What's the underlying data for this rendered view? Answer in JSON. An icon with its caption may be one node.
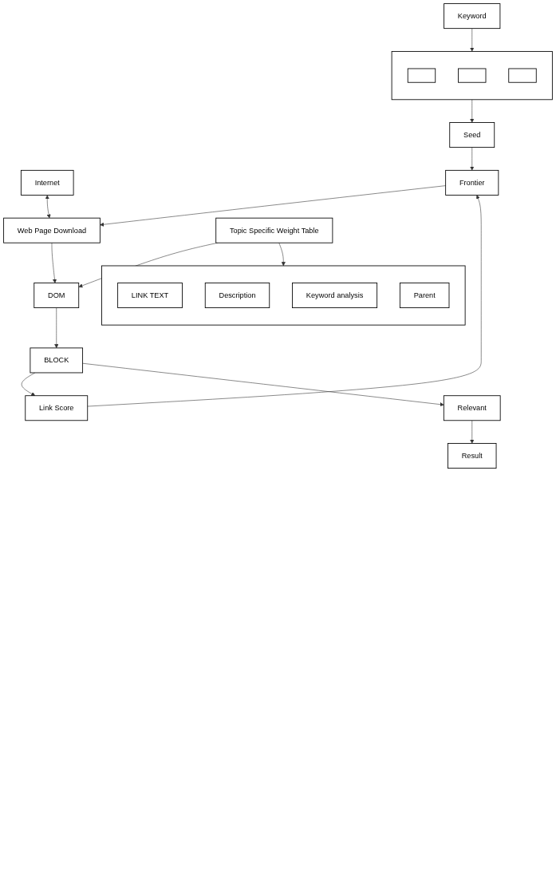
{
  "diagram": {
    "nodes": [
      {
        "text": [
          "Keyword"
        ]
      },
      {
        "text": [],
        "shape": "box"
      },
      {
        "text": [],
        "shape": "box",
        "in": 1
      },
      {
        "text": [],
        "shape": "box",
        "in": 1
      },
      {
        "text": [],
        "shape": "box",
        "in": 1
      },
      {
        "text": [
          "Seed"
        ]
      },
      {
        "text": [
          "Internet"
        ]
      },
      {
        "text": [
          "Frontier"
        ]
      },
      {
        "text": [
          "Web Page Download"
        ]
      },
      {
        "text": [
          "DOM"
        ]
      },
      {
        "text": [
          "Link Score"
        ]
      },
      {
        "text": [
          "BLOCK"
        ]
      },
      {
        "text": [
          "Relevant"
        ]
      },
      {
        "text": [
          "Result"
        ]
      },
      {
        "text": [],
        "shape": "box"
      },
      {
        "text": [
          "LINK TEXT"
        ],
        "in": 14
      },
      {
        "text": [
          "Description"
        ],
        "in": 14
      },
      {
        "text": [
          "Keyword analysis"
        ],
        "in": 14
      },
      {
        "text": [
          "Parent"
        ],
        "in": 14
      },
      {
        "text": [
          "Topic Specific Weight Table"
        ]
      }
    ],
    "edges": [
      {
        "from": 0,
        "to": 1,
        "arrow": "to"
      },
      {
        "from": 1,
        "to": 5,
        "arrow": "to"
      },
      {
        "from": 5,
        "to": 7,
        "arrow": "to"
      },
      {
        "from": 6,
        "to": 8,
        "arrow": "both"
      },
      {
        "from": 7,
        "to": 8,
        "arrow": "to"
      },
      {
        "from": 8,
        "to": 9,
        "arrow": "to"
      },
      {
        "from": 9,
        "to": 11,
        "arrow": "to"
      },
      {
        "from": 11,
        "to": 10,
        "arrow": "to"
      },
      {
        "from": 11,
        "to": 12,
        "arrow": "to"
      },
      {
        "from": 10,
        "to": 7,
        "arrow": "to"
      },
      {
        "from": 12,
        "to": 13,
        "arrow": "to"
      },
      {
        "from": 19,
        "to": 14,
        "arrow": "to"
      },
      {
        "from": 19,
        "to": 9,
        "arrow": "to"
      }
    ]
  }
}
